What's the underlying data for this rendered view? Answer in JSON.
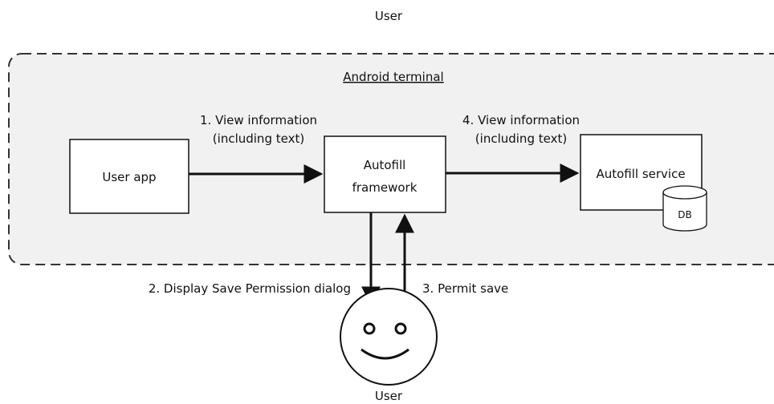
{
  "top_label": "User",
  "region_label": "Android terminal",
  "nodes": {
    "user_app": "User app",
    "framework_line1": "Autofill",
    "framework_line2": "framework",
    "service": "Autofill service",
    "db": "DB",
    "user": "User"
  },
  "edges": {
    "step1_line1": "1. View information",
    "step1_line2": "(including text)",
    "step4_line1": "4. View information",
    "step4_line2": "(including text)",
    "step2": "2. Display Save Permission dialog",
    "step3": "3. Permit save"
  }
}
